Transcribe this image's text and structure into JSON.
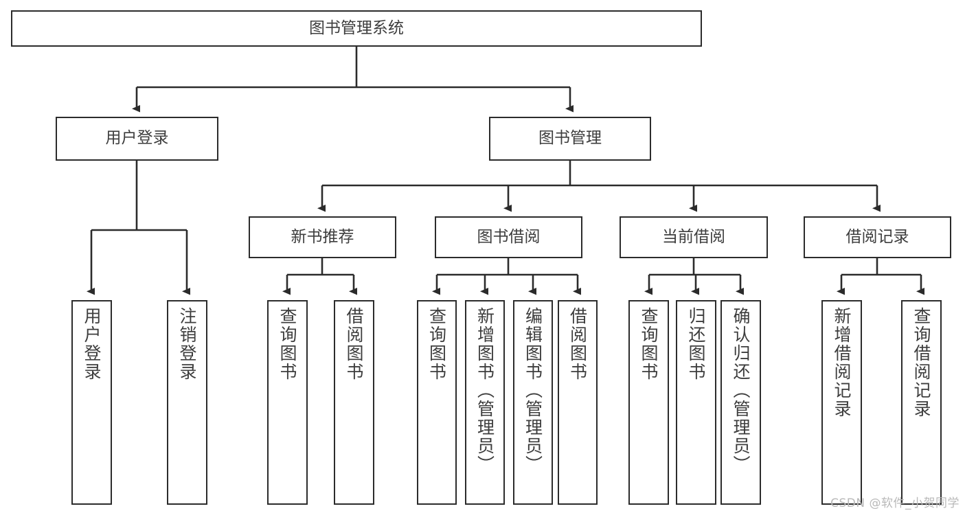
{
  "diagram": {
    "title": "图书管理系统",
    "watermark": "CSDN @软件_小贺同学",
    "colors": {
      "stroke": "#2b2b2b",
      "text": "#3d3d3d",
      "background": "#ffffff",
      "watermark": "#b9b9b9"
    },
    "levels": {
      "root": {
        "label": "图书管理系统"
      },
      "level2": [
        {
          "label": "用户登录"
        },
        {
          "label": "图书管理"
        }
      ],
      "level3": [
        {
          "label": "新书推荐"
        },
        {
          "label": "图书借阅"
        },
        {
          "label": "当前借阅"
        },
        {
          "label": "借阅记录"
        }
      ],
      "leaves": {
        "user_login": [
          {
            "label": "用户登录"
          },
          {
            "label": "注销登录"
          }
        ],
        "new_book": [
          {
            "label": "查询图书"
          },
          {
            "label": "借阅图书"
          }
        ],
        "borrow_book": [
          {
            "label": "查询图书"
          },
          {
            "label": "新增图书（管理员）"
          },
          {
            "label": "编辑图书（管理员）"
          },
          {
            "label": "借阅图书"
          }
        ],
        "current_borrow": [
          {
            "label": "查询图书"
          },
          {
            "label": "归还图书"
          },
          {
            "label": "确认归还（管理员）"
          }
        ],
        "borrow_record": [
          {
            "label": "新增借阅记录"
          },
          {
            "label": "查询借阅记录"
          }
        ]
      }
    }
  }
}
